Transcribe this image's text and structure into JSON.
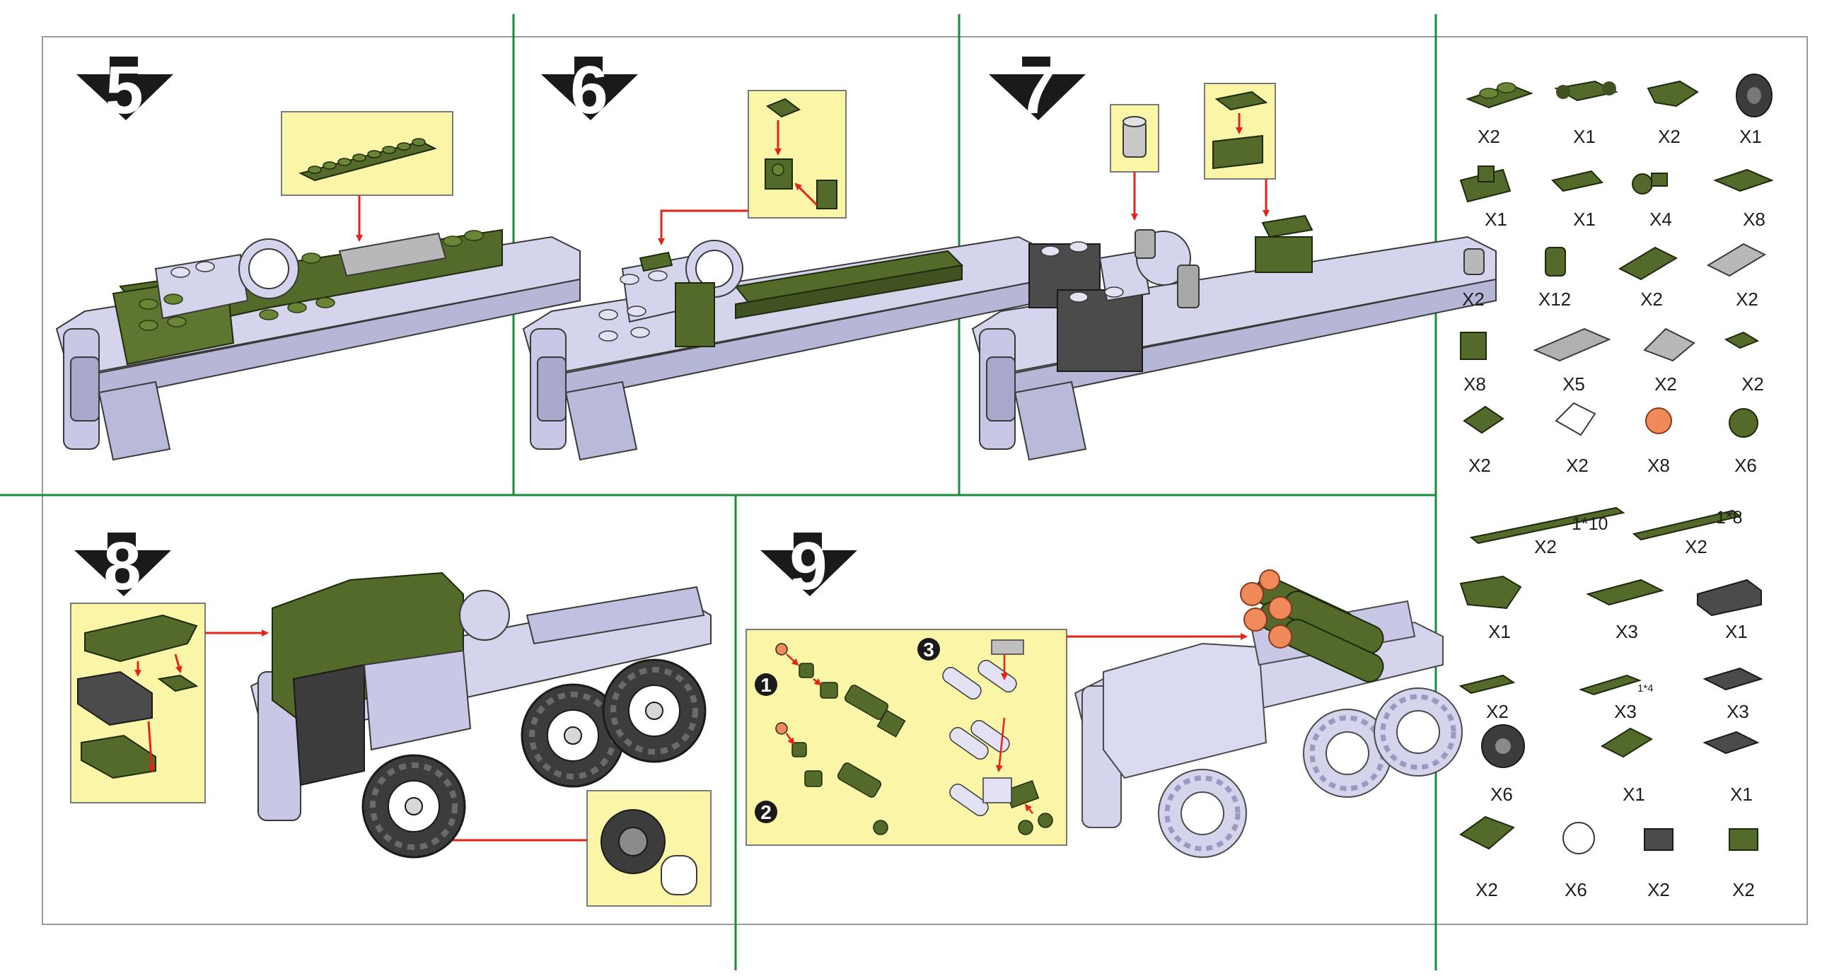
{
  "steps": [
    {
      "number": "5",
      "label": "step-5"
    },
    {
      "number": "6",
      "label": "step-6"
    },
    {
      "number": "7",
      "label": "step-7"
    },
    {
      "number": "8",
      "label": "step-8"
    },
    {
      "number": "9",
      "label": "step-9"
    }
  ],
  "step9_substeps": [
    "1",
    "2",
    "3"
  ],
  "parts_list": {
    "quantities": [
      "X2",
      "X1",
      "X2",
      "X1",
      "X1",
      "X1",
      "X4",
      "X8",
      "X2",
      "X12",
      "X2",
      "X2",
      "X8",
      "X5",
      "X2",
      "X2",
      "X2",
      "X2",
      "X8",
      "X6",
      "X2",
      "X2",
      "X1",
      "X3",
      "X1",
      "X2",
      "X3",
      "X3",
      "X6",
      "X1",
      "X1",
      "X2",
      "X6",
      "X2",
      "X2"
    ],
    "dimension_labels": {
      "plate_1x10": "1*10",
      "plate_1x8": "1*8",
      "tile_1x4": "1*4"
    }
  },
  "colors": {
    "olive_green": "#536a2a",
    "light_bluish_gray": "#c8c8e6",
    "dark_gray": "#4b4b4b",
    "highlight_yellow": "#fbf5a8",
    "arrow_red": "#e3241b",
    "divider_green": "#1e8a3c",
    "trans_orange": "#f08a5a"
  }
}
